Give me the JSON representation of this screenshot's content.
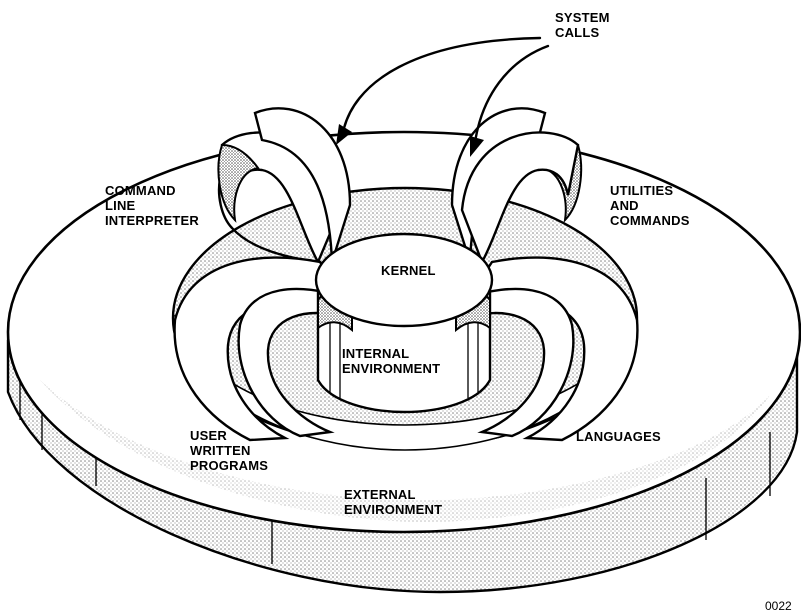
{
  "labels": {
    "system_calls": [
      "SYSTEM",
      "CALLS"
    ],
    "command_line_interpreter": [
      "COMMAND",
      "LINE",
      "INTERPRETER"
    ],
    "utilities_and_commands": [
      "UTILITIES",
      "AND",
      "COMMANDS"
    ],
    "kernel": "KERNEL",
    "internal_environment": [
      "INTERNAL",
      "ENVIRONMENT"
    ],
    "user_written_programs": [
      "USER",
      "WRITTEN",
      "PROGRAMS"
    ],
    "languages": "LANGUAGES",
    "external_environment": [
      "EXTERNAL",
      "ENVIRONMENT"
    ],
    "figure_number": "0022"
  },
  "colors": {
    "ink": "#000000",
    "stipple": "#d9d9d9",
    "paper": "#ffffff"
  }
}
